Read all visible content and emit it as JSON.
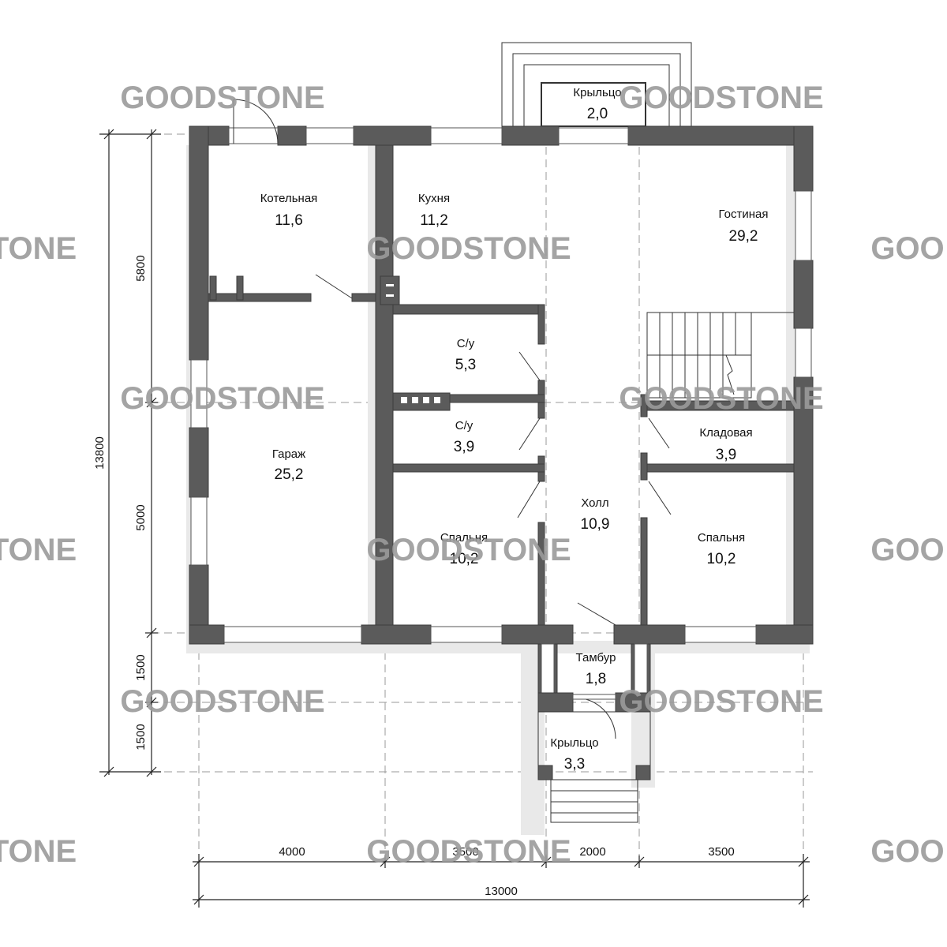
{
  "rooms": {
    "porch_top": {
      "name": "Крыльцо",
      "area": "2,0"
    },
    "boiler": {
      "name": "Котельная",
      "area": "11,6"
    },
    "kitchen": {
      "name": "Кухня",
      "area": "11,2"
    },
    "living": {
      "name": "Гостиная",
      "area": "29,2"
    },
    "bath1": {
      "name": "С/у",
      "area": "5,3"
    },
    "bath2": {
      "name": "С/у",
      "area": "3,9"
    },
    "garage": {
      "name": "Гараж",
      "area": "25,2"
    },
    "pantry": {
      "name": "Кладовая",
      "area": "3,9"
    },
    "hall": {
      "name": "Холл",
      "area": "10,9"
    },
    "bedroom1": {
      "name": "Спальня",
      "area": "10,2"
    },
    "bedroom2": {
      "name": "Спальня",
      "area": "10,2"
    },
    "vestibule": {
      "name": "Тамбур",
      "area": "1,8"
    },
    "porch_bottom": {
      "name": "Крыльцо",
      "area": "3,3"
    }
  },
  "dimensions": {
    "left": [
      "5800",
      "5000",
      "1500",
      "1500"
    ],
    "left_total": "13800",
    "bottom": [
      "4000",
      "3500",
      "2000",
      "3500"
    ],
    "bottom_total": "13000"
  },
  "watermark": {
    "full": "GOODSTONE",
    "cut_left": "TONE",
    "cut_right": "GOO"
  },
  "colors": {
    "wall": "#5b5b5b",
    "shadow": "#e9e9e9",
    "watermark": "#9a9a9a"
  }
}
